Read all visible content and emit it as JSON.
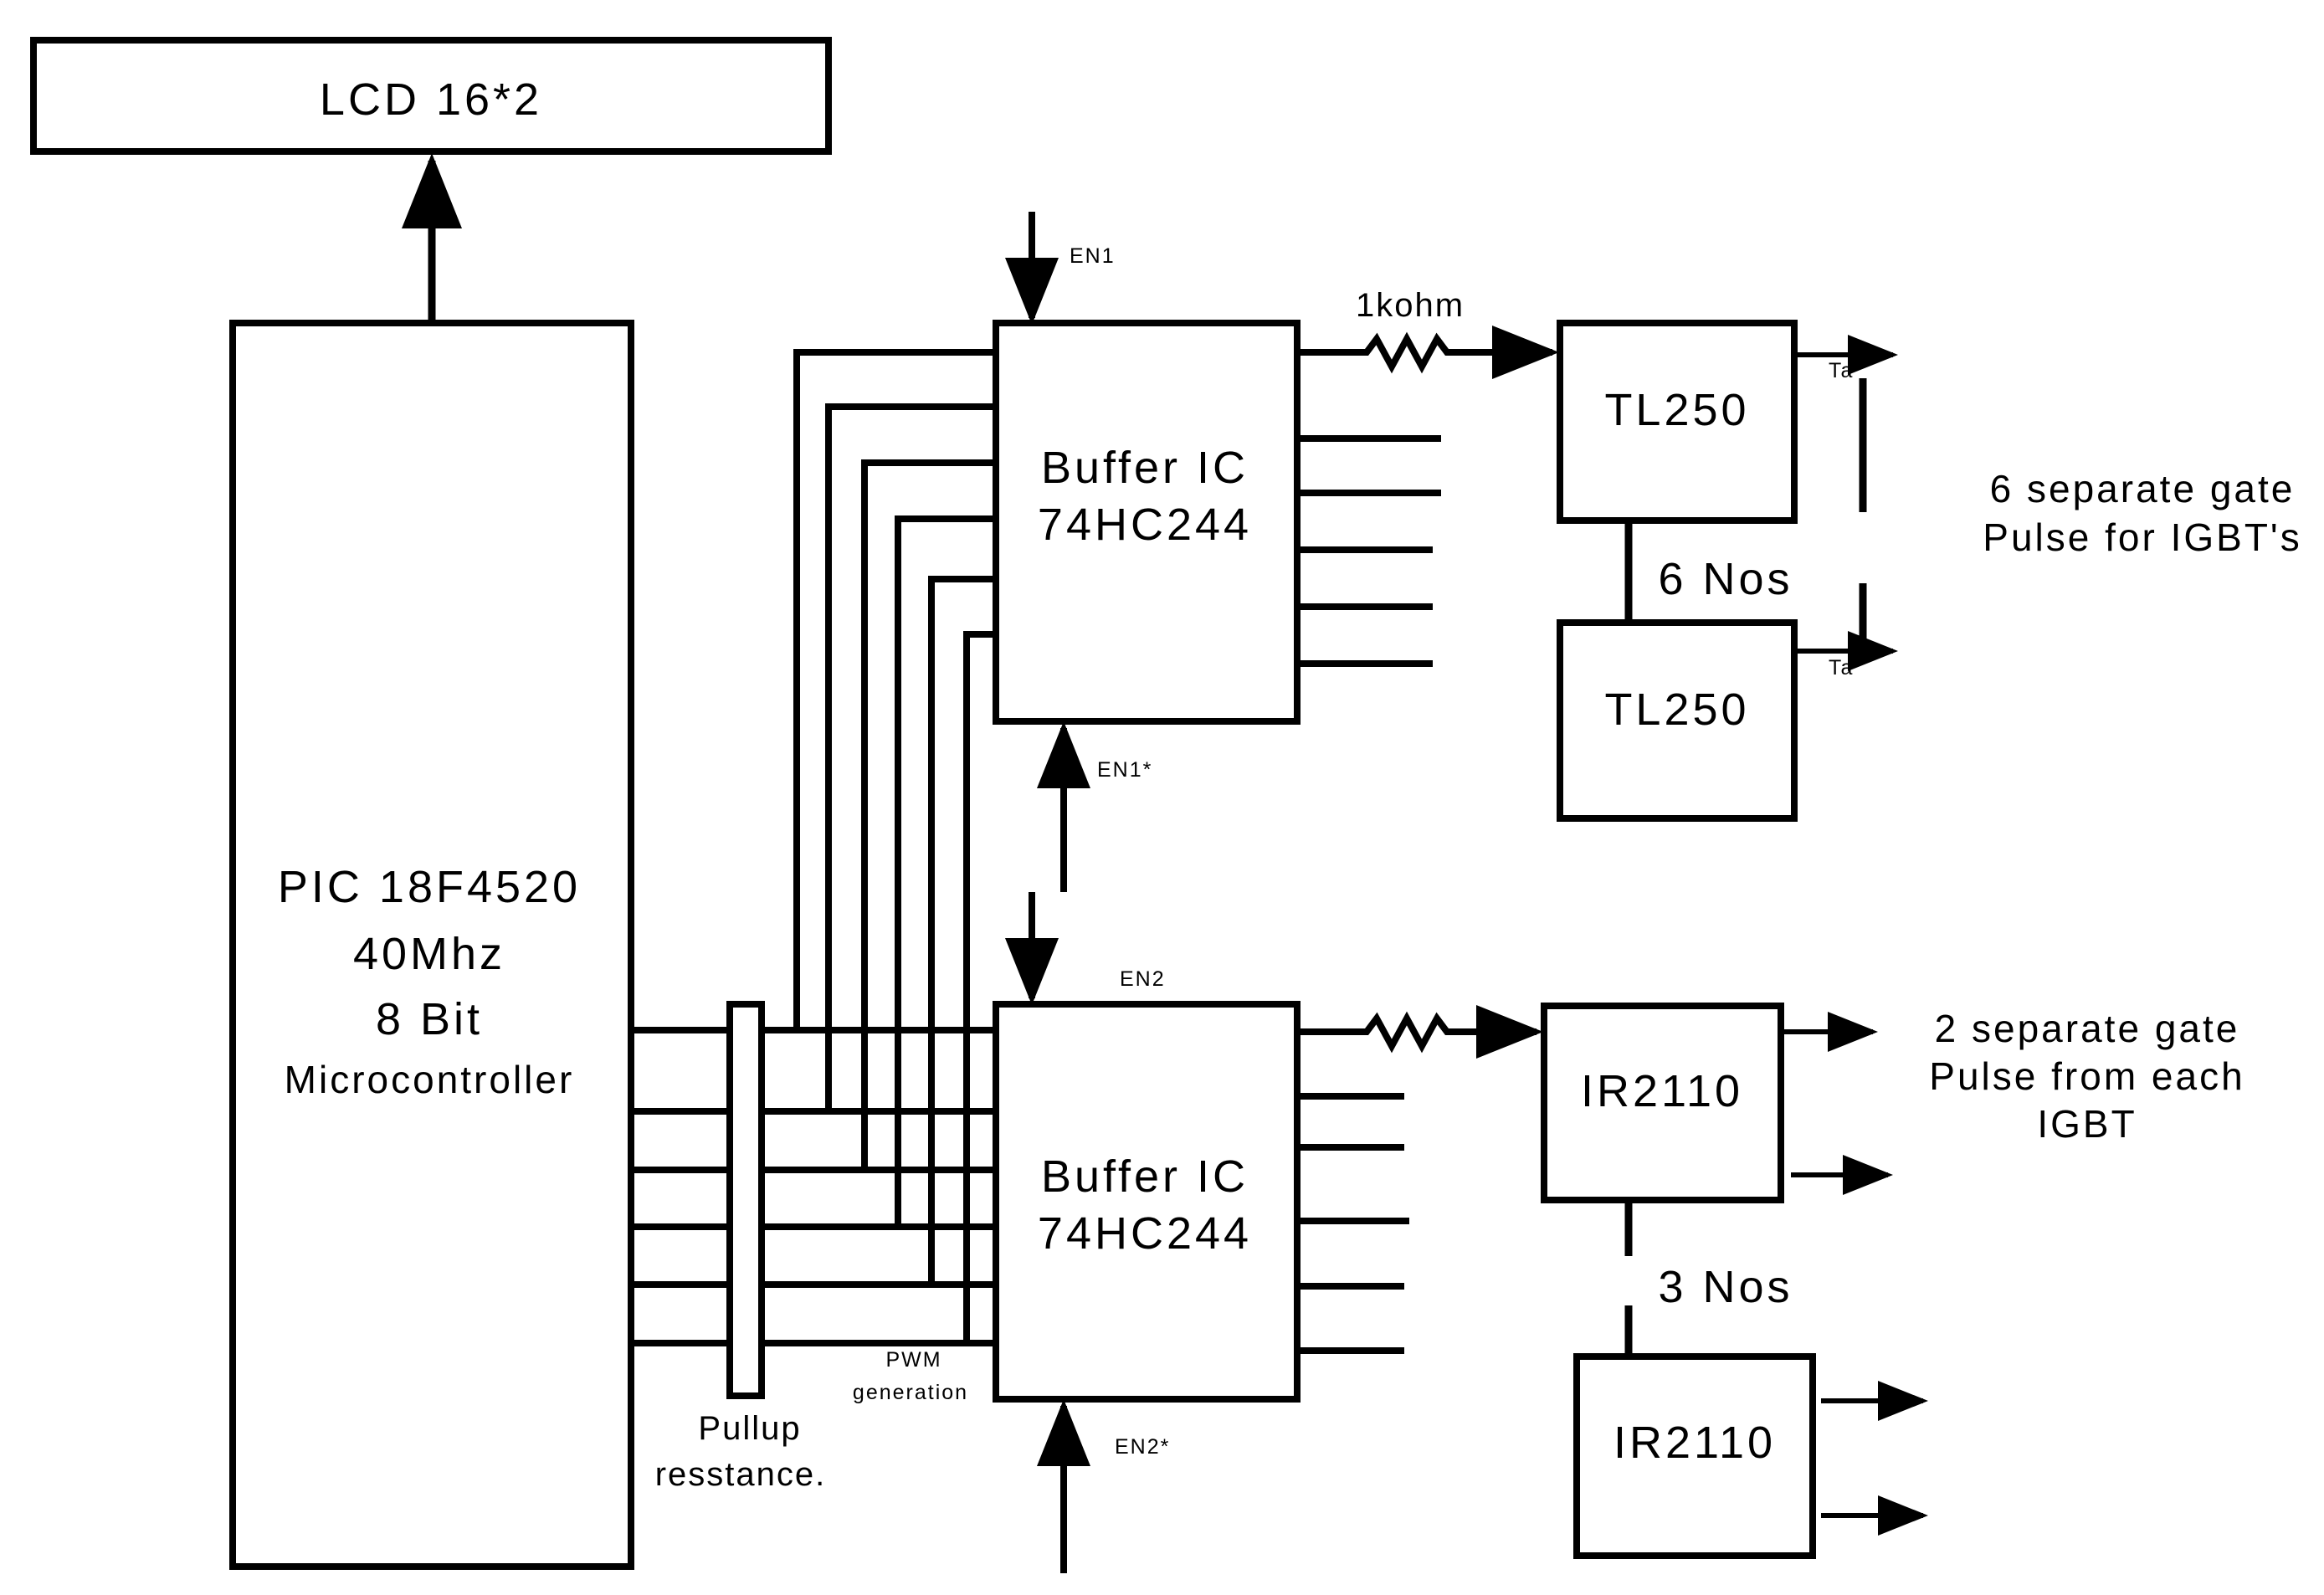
{
  "blocks": {
    "lcd": "LCD 16*2",
    "mcu": {
      "line1": "PIC 18F4520",
      "line2": "40Mhz",
      "line3": "8 Bit",
      "line4": "Microcontroller"
    },
    "buffer_top": {
      "line1": "Buffer IC",
      "line2": "74HC244"
    },
    "buffer_bottom": {
      "line1": "Buffer IC",
      "line2": "74HC244"
    },
    "tl250_top": "TL250",
    "tl250_bottom": "TL250",
    "ir2110_top": "IR2110",
    "ir2110_bottom": "IR2110"
  },
  "labels": {
    "en1": "EN1",
    "en1_bar": "EN1*",
    "en2": "EN2",
    "en2_bar": "EN2*",
    "resistor": "1kohm",
    "pullup_line1": "Pullup",
    "pullup_line2": "resstance.",
    "pwm_line1": "PWM",
    "pwm_line2": "generation",
    "tl250_count": "6 Nos",
    "ir2110_count": "3 Nos",
    "tl250_output_note_line1": "6 separate gate",
    "tl250_output_note_line2": "Pulse for IGBT's",
    "ir2110_output_note_line1": "2 separate gate",
    "ir2110_output_note_line2": "Pulse from each",
    "ir2110_output_note_line3": "IGBT",
    "tl250_out_top": "Ta",
    "tl250_out_bottom": "Ta"
  }
}
